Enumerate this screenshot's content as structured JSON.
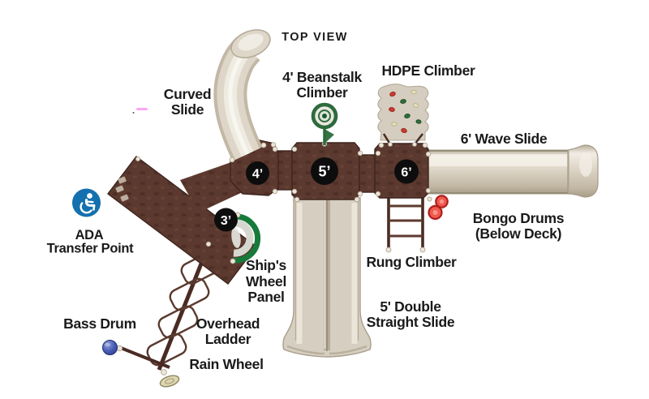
{
  "title": "TOP VIEW",
  "decks": {
    "d3": "3’",
    "d4": "4’",
    "d5": "5’",
    "d6": "6’"
  },
  "labels": {
    "curved_slide": [
      "Curved",
      "Slide"
    ],
    "beanstalk": [
      "4' Beanstalk",
      "Climber"
    ],
    "hdpe": [
      "HDPE Climber"
    ],
    "wave_slide": [
      "6' Wave Slide"
    ],
    "ada": [
      "ADA",
      "Transfer Point"
    ],
    "ships_wheel": [
      "Ship's",
      "Wheel",
      "Panel"
    ],
    "rung_climber": [
      "Rung Climber"
    ],
    "bongo": [
      "Bongo Drums",
      "(Below Deck)"
    ],
    "double_slide": [
      "5' Double",
      "Straight Slide"
    ],
    "bass_drum": [
      "Bass Drum"
    ],
    "overhead": [
      "Overhead",
      "Ladder"
    ],
    "rain_wheel": [
      "Rain Wheel"
    ]
  },
  "icons": {
    "ada": "wheelchair-accessible-icon",
    "beanstalk": "spiral-climber-top-icon",
    "ships_wheel": "ship-wheel-arc-icon"
  },
  "colors": {
    "deck_brown": "#5c392f",
    "deck_outline": "#3d241d",
    "slide_tan": "#d8d0c2",
    "slide_highlight": "#f0ece3",
    "ada_blue": "#1470ae",
    "climber_green": "#2d6b3c",
    "ships_wheel_green": "#177a3a",
    "bongo_red": "#e2453c",
    "bass_drum_blue": "#3b4da6",
    "hold_cream": "#eae1ba",
    "label_black": "#1a1a1a"
  }
}
